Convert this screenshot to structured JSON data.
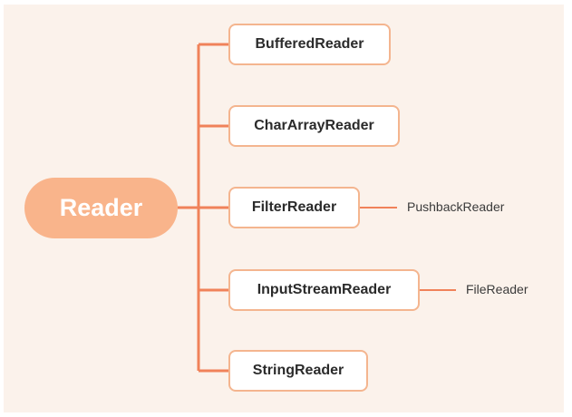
{
  "root": {
    "label": "Reader"
  },
  "children": [
    {
      "label": "BufferedReader"
    },
    {
      "label": "CharArrayReader"
    },
    {
      "label": "FilterReader",
      "child": "PushbackReader"
    },
    {
      "label": "InputStreamReader",
      "child": "FileReader"
    },
    {
      "label": "StringReader"
    }
  ],
  "colors": {
    "background": "#fbf2eb",
    "root_fill": "#f9b48b",
    "connector": "#f0825a",
    "node_border": "#f4b58f"
  }
}
